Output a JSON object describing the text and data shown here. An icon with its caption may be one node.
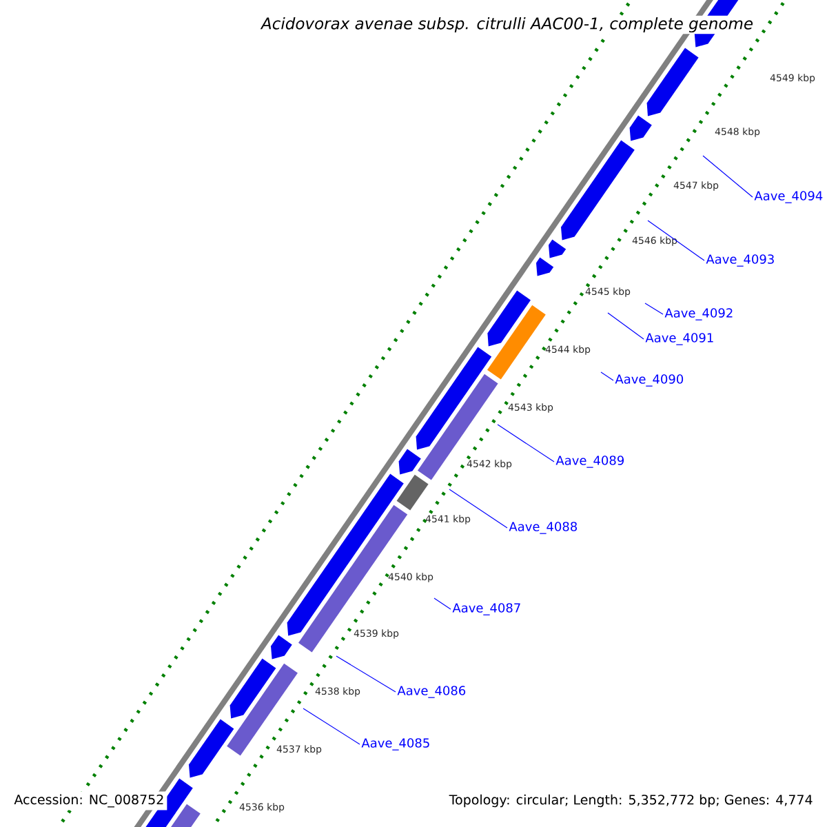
{
  "diagram": {
    "title": "Acidovorax avenae subsp. citrulli AAC00-1, complete genome",
    "nodes": [
      {
        "text": [
          "Aave_4094"
        ]
      },
      {
        "text": [
          "Aave_4093"
        ]
      },
      {
        "text": [
          "Aave_4092"
        ]
      },
      {
        "text": [
          "Aave_4091"
        ]
      },
      {
        "text": [
          "Aave_4090"
        ]
      },
      {
        "text": [
          "Aave_4089"
        ]
      },
      {
        "text": [
          "Aave_4088"
        ]
      },
      {
        "text": [
          "Aave_4087"
        ]
      },
      {
        "text": [
          "Aave_4086"
        ]
      },
      {
        "text": [
          "Aave_4085"
        ]
      }
    ],
    "edges": [
      {
        "from": 0,
        "to": null,
        "arrow": "none"
      },
      {
        "from": 1,
        "to": null,
        "arrow": "none"
      },
      {
        "from": 2,
        "to": null,
        "arrow": "none"
      },
      {
        "from": 3,
        "to": null,
        "arrow": "none"
      },
      {
        "from": 4,
        "to": null,
        "arrow": "none"
      },
      {
        "from": 5,
        "to": null,
        "arrow": "none"
      },
      {
        "from": 6,
        "to": null,
        "arrow": "none"
      },
      {
        "from": 7,
        "to": null,
        "arrow": "none"
      },
      {
        "from": 8,
        "to": null,
        "arrow": "none"
      },
      {
        "from": 9,
        "to": null,
        "arrow": "none"
      }
    ],
    "labels": [
      "4549 kbp",
      "4548 kbp",
      "4547 kbp",
      "4546 kbp",
      "4545 kbp",
      "4544 kbp",
      "4543 kbp",
      "4542 kbp",
      "4541 kbp",
      "4540 kbp",
      "4539 kbp",
      "4538 kbp",
      "4537 kbp",
      "4536 kbp",
      "Accession: NC_008752",
      "Topology: circular; Length: 5,352,772 bp; Genes: 4,774"
    ]
  }
}
